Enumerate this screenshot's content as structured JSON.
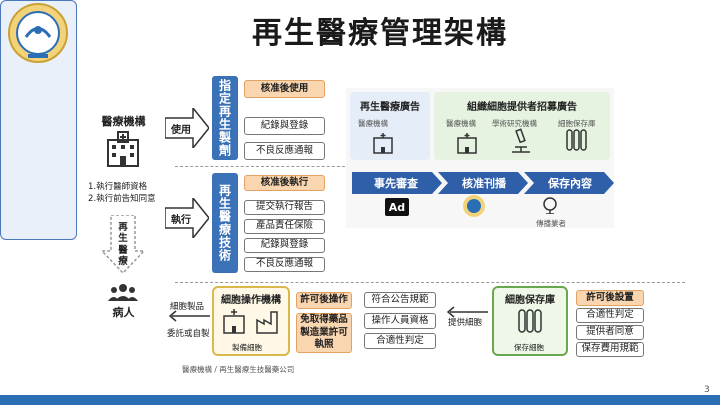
{
  "title": "再生醫療管理架構",
  "page_number": "3",
  "footer_note": "醫療機構 / 再生醫療生技醫藥公司",
  "colors": {
    "accent_blue": "#3a71b7",
    "orange": "#fad6b0",
    "green": "#6aa84f",
    "gold": "#d9b84c"
  },
  "med_inst": {
    "title": "醫療機構",
    "item1": "1.執行醫師資格",
    "item2": "2.執行前告知同意",
    "arrow_text": "再生醫療",
    "patient_label": "病人"
  },
  "use_label": "使用",
  "execute_label": "執行",
  "prep_label": "指定再生製劑",
  "prep_items": [
    "核准後使用",
    "紀錄與登錄",
    "不良反應通報"
  ],
  "tech_label": "再生醫療技術",
  "tech_items": [
    "核准後執行",
    "提交執行報告",
    "產品責任保險",
    "紀錄與登錄",
    "不良反應通報"
  ],
  "ad_panel": {
    "left_title": "再生醫療廣告",
    "left_sub": "醫療機構",
    "right_title": "組織細胞提供者招募廣告",
    "right_subs": [
      "醫療機構",
      "學術研究機構",
      "細胞保存庫"
    ]
  },
  "steps": [
    "事先審查",
    "核准刊播",
    "保存內容"
  ],
  "step_icons": {
    "ad": "Ad",
    "broadcaster": "傳播業者"
  },
  "cell_flow": {
    "cell_products": "細胞製品",
    "commission": "委託或自製",
    "op_org_title": "細胞操作機構",
    "op_org_sub": "製備細胞",
    "permit_title": "許可後操作",
    "permit_sub": "免取得藥品製造業許可執照",
    "op_reqs": [
      "符合公告規範",
      "操作人員資格",
      "合適性判定"
    ],
    "provide_cells": "提供細胞",
    "bank_title": "細胞保存庫",
    "bank_sub": "保存細胞",
    "bank_permit": "許可後設置",
    "bank_reqs": [
      "合適性判定",
      "提供者同意",
      "保存費用規範"
    ]
  }
}
